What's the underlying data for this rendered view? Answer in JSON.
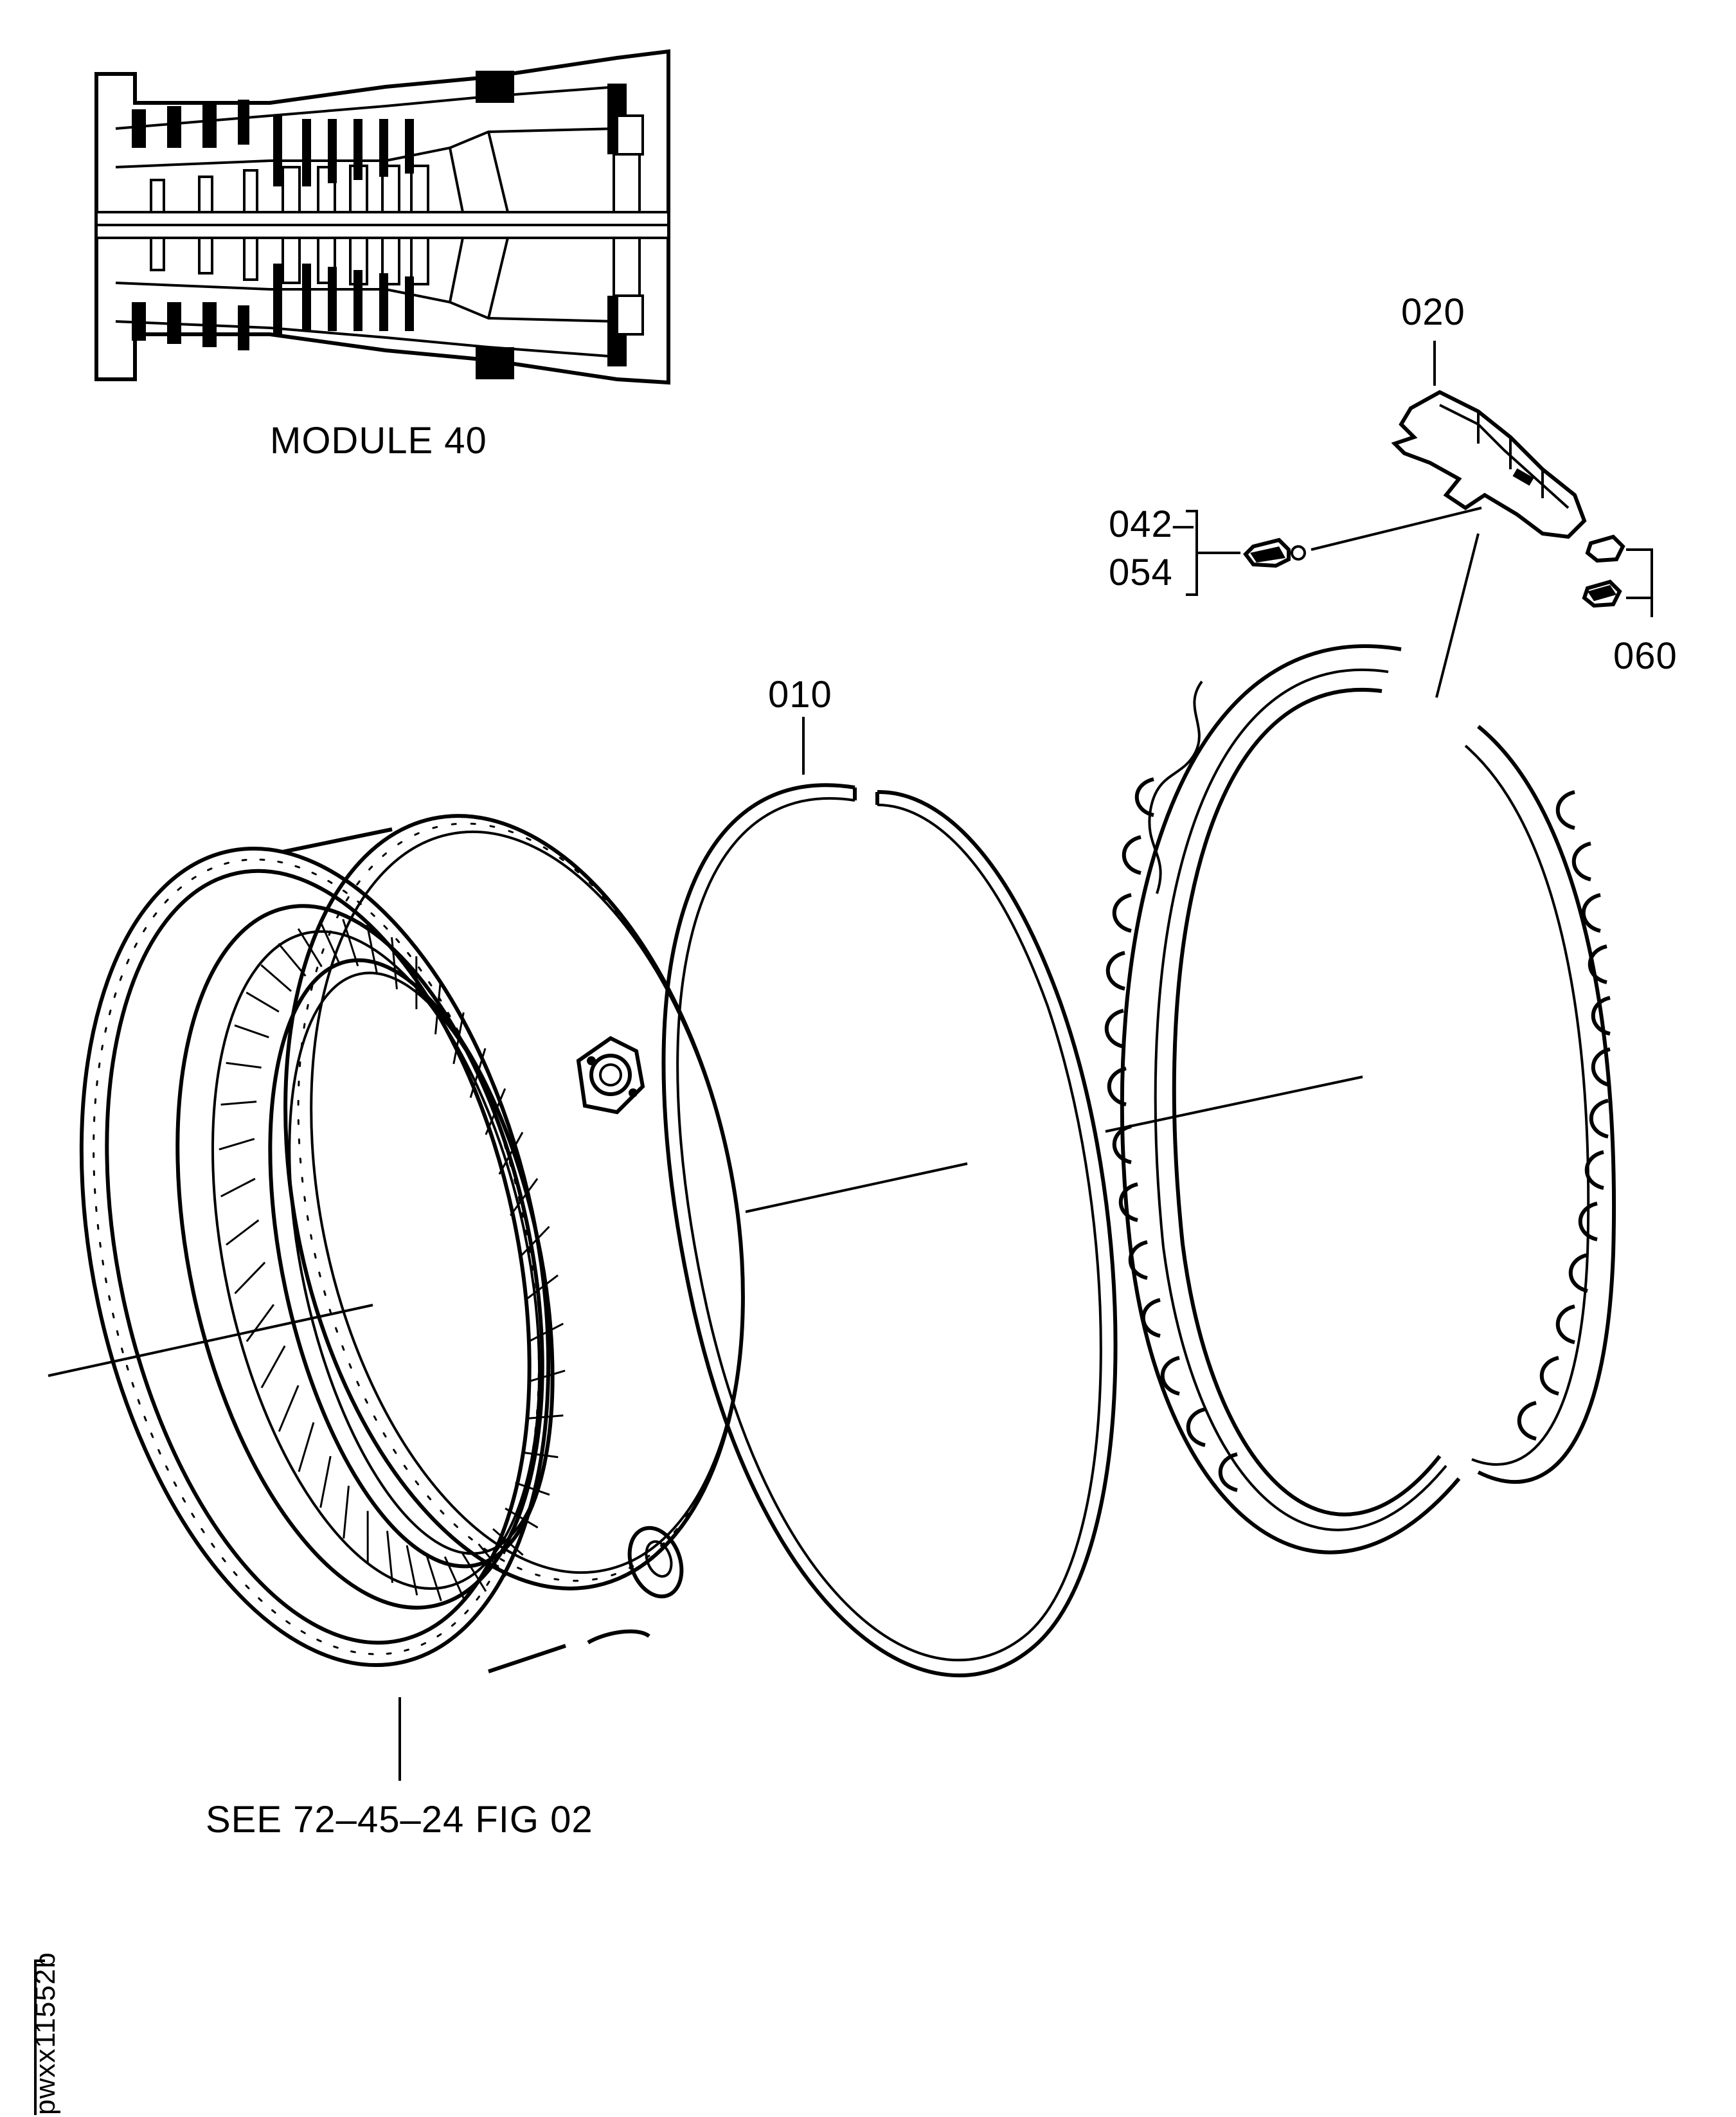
{
  "labels": {
    "module": "MODULE 40",
    "callout_010": "010",
    "callout_020": "020",
    "callout_042": "042–",
    "callout_054": "054",
    "callout_060": "060",
    "see_ref": "SEE 72–45–24 FIG 02",
    "drawing_id": "pwxx11552b"
  },
  "colors": {
    "ink": "#000000",
    "paper": "#ffffff"
  }
}
